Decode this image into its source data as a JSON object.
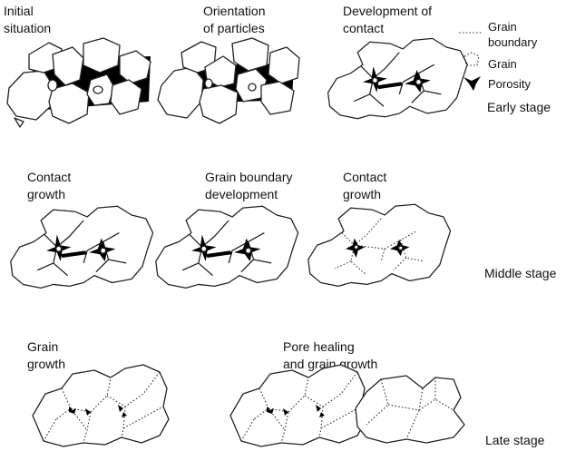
{
  "stage_titles": {
    "initial": "Initial\nsituation",
    "orientation": "Orientation\nof particles",
    "contact_dev": "Development of\ncontact",
    "contact_growth_1": "Contact\ngrowth",
    "gb_dev": "Grain boundary\ndevelopment",
    "contact_growth_2": "Contact\ngrowth",
    "grain_growth": "Grain\ngrowth",
    "pore_healing": "Pore healing\nand grain growth"
  },
  "legend": {
    "grain_boundary": "Grain\nboundary",
    "grain": "Grain",
    "porosity": "Porosity"
  },
  "stages": {
    "early": "Early stage",
    "middle": "Middle stage",
    "late": "Late stage"
  }
}
